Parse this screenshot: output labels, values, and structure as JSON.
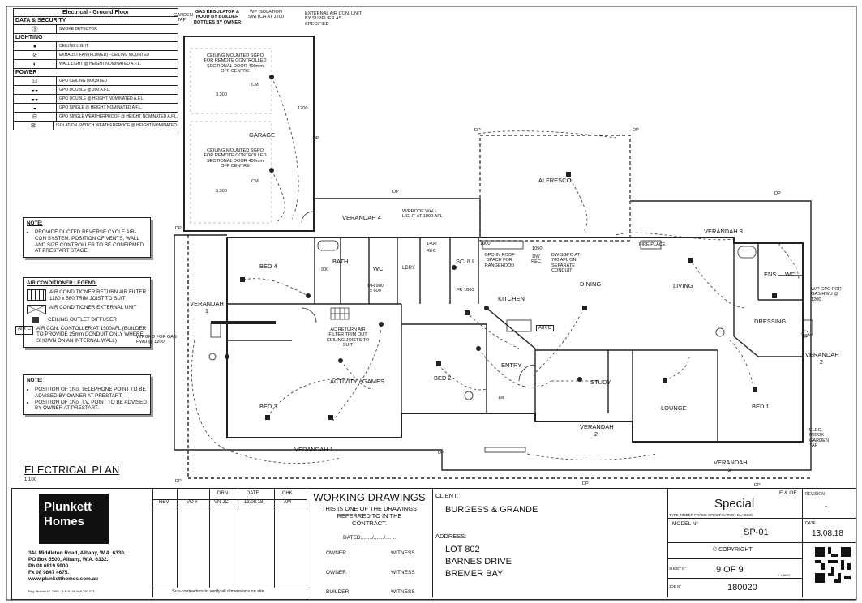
{
  "legend": {
    "title": "Electrical - Ground Floor",
    "sections": [
      {
        "name": "DATA & SECURITY",
        "rows": [
          {
            "icon": "Ⓢ",
            "text": "SMOKE DETECTOR"
          }
        ]
      },
      {
        "name": "LIGHTING",
        "rows": [
          {
            "icon": "●",
            "text": "CEILING LIGHT"
          },
          {
            "icon": "⊘",
            "text": "EXHAUST FAN (FLUMED) - CEILING MOUNTED"
          },
          {
            "icon": "◐",
            "text": "WALL LIGHT @ HEIGHT NOMINATED A.F.L."
          }
        ]
      },
      {
        "name": "POWER",
        "rows": [
          {
            "icon": "⊡",
            "text": "GPO CEILING MOUNTED"
          },
          {
            "icon": "◒◒",
            "text": "GPO DOUBLE @ 300 A.F.L."
          },
          {
            "icon": "◒◒",
            "text": "GPO DOUBLE @ HEIGHT NOMINATED A.F.L."
          },
          {
            "icon": "◒",
            "text": "GPO SINGLE @ HEIGHT NOMINATED A.F.L."
          },
          {
            "icon": "⊟",
            "text": "GPO SINGLE WEATHERPROOF @ HEIGHT NOMINATED A.F.L."
          },
          {
            "icon": "⊠",
            "text": "ISOLATION SWITCH WEATHERPROOF @ HEIGHT NOMINATED A.F.L."
          }
        ]
      }
    ]
  },
  "notes1": {
    "heading": "NOTE:",
    "items": [
      "PROVIDE DUCTED REVERSE CYCLE AIR-CON SYSTEM. POSITION OF VENTS, WALL AND SIZE CONTROLLER TO BE CONFIRMED AT PRESTART STAGE."
    ]
  },
  "aircon_legend": {
    "heading": "AIR CONDITIONER LEGEND:",
    "items": [
      "AIR CONDITIONER RETURN AIR FILTER 1180 x 580 TRIM JOIST TO SUIT",
      "AIR CONDITIONER EXTERNAL UNIT",
      "CEILING OUTLET DIFFUSER",
      "AIR CON. CONTOLLER AT 1500AFL (BUILDER TO PROVIDE 25mm CONDUIT ONLY WHERE SHOWN ON AN INTERNAL WALL)"
    ],
    "aircon_tag": "AIR C"
  },
  "notes2": {
    "heading": "NOTE:",
    "items": [
      "POSITION OF 1No. TELEPHONE POINT TO BE ADVISED BY OWNER AT PRESTART.",
      "POSITION OF 1No. T.V. POINT TO BE ADVISED BY OWNER AT PRESTART."
    ]
  },
  "plan_title": "ELECTRICAL PLAN",
  "plan_scale": "1:100",
  "rooms": {
    "garage": "GARAGE",
    "alfresco": "ALFRESCO",
    "verandah4": "VERANDAH 4",
    "verandah3": "VERANDAH 3",
    "verandah1_side": "VERANDAH 1",
    "verandah1": "VERANDAH 1",
    "verandah2a": "VERANDAH 2",
    "verandah2b": "VERANDAH 2",
    "verandah2c": "VERANDAH 2",
    "bed4": "BED 4",
    "bed3": "BED 3",
    "bed2": "BED 2",
    "bed1": "BED 1",
    "bath": "BATH",
    "wc1": "WC",
    "wc2": "WC",
    "ldry": "LDRY",
    "scull": "SCULL",
    "kitchen": "KITCHEN",
    "dining": "DINING",
    "living": "LIVING",
    "ens": "ENS",
    "dressing": "DRESSING",
    "activity": "ACTIVITY / GAMES",
    "entry": "ENTRY",
    "study": "STUDY",
    "lounge": "LOUNGE",
    "fireplace": "FIRE PLACE",
    "mh": "MH 900 x 600",
    "fr": "FR 1800",
    "first": "1st"
  },
  "annotations": {
    "gas_reg": "GAS REGULATOR & HOOD BY BUILDER BOTTLES BY OWNER",
    "garden_tap": "GARDEN TAP",
    "wp_iso": "WP ISOLATION SWITCH AT 1200",
    "ext_aircon": "EXTERNAL AIR CON. UNIT BY SUPPLIER AS SPECIFIED",
    "sgpo1": "CEILING MOUNTED SGPO FOR REMOTE CONTROLLED SECTIONAL DOOR 400mm OFF CENTRE",
    "sgpo2": "CEILING MOUNTED SGPO FOR REMOTE CONTROLLED SECTIONAL DOOR 400mm OFF CENTRE",
    "dim1": "3,300",
    "dim2": "3,300",
    "cm": "CM",
    "h1200": "1200",
    "wproof_wall": "W/PROOF WALL LIGHT AT 1800 AFL",
    "gpo_roof": "GPO IN ROOF SPACE FOR RANGEHOOD",
    "dw_sgpo": "DW SGPO AT 700 AFL ON SEPARATE CONDUIT",
    "dw_rec": "DW REC",
    "ac_return": "AC RETURN AIR FILTER TRIM OUT CEILING JOISTS TO SUIT",
    "wp_gpo_left": "W/PGPO FOR GAS HWU @ 1200",
    "wp_gpo_right": "W/P GPO FOR GAS HWU @ 1200",
    "elec_box": "ELEC. M/BOX GARDEN TAP",
    "dp": "DP",
    "n1400": "1400",
    "n1800": "1800",
    "n1050": "1050",
    "n900": "900",
    "rec": "REC"
  },
  "title_block": {
    "company": "Plunkett Homes",
    "address_lines": [
      "344 Middleton Road, Albany, W.A. 6330.",
      "PO Box 5500, Albany, W.A. 6332.",
      "Ph 08 6819 5900.",
      "Fx 08 9847 4675.",
      "www.plunketthomes.com.au"
    ],
    "reg": "Reg. Builder N° 7895 · A.B.N. 96 008 250 273",
    "rev_headers": {
      "rev": "REV",
      "vo": "VO #",
      "drn": "DRN",
      "date": "DATE",
      "chk": "CHK"
    },
    "rev_row": {
      "drn": "VN-JC",
      "date": "13.08.18",
      "chk": "AM"
    },
    "subcontractors": "Sub-contractors to verify all dimensions on site.",
    "wd_title": "WORKING DRAWINGS",
    "wd_sub": "THIS IS ONE OF THE DRAWINGS REFERRED TO IN THE CONTRACT.",
    "dated": "DATED:......./......./.......",
    "sign_rows": [
      {
        "left": "OWNER",
        "right": "WITNESS"
      },
      {
        "left": "OWNER",
        "right": "WITNESS"
      },
      {
        "left": "BUILDER",
        "right": "WITNESS"
      }
    ],
    "client_label": "CLIENT:",
    "client": "BURGESS & GRANDE",
    "address_label": "ADDRESS:",
    "address": [
      "LOT 802",
      "BARNES DRIVE",
      "BREMER BAY"
    ],
    "eoe": "E & OE",
    "special": "Special",
    "type_line": "TYPE  TIMBER FRAME          SPECIFICATION  CLASSIC",
    "revision_label": "REVISION",
    "revision": "-",
    "model_label": "MODEL N°",
    "model": "SP-01",
    "date_label": "DATE",
    "date": "13.08.18",
    "copyright": "© COPYRIGHT",
    "sheet_label": "SHEET N°",
    "sheet": "9  OF  9",
    "sheet_note": "+ 1 ANC",
    "job_label": "JOB N°",
    "job": "180020"
  }
}
